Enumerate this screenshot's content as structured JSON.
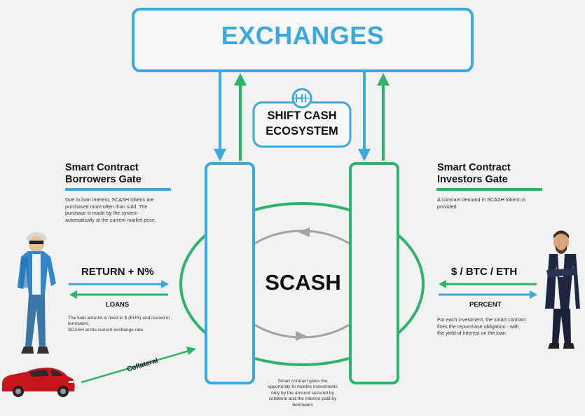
{
  "exchanges_title": "EXCHANGES",
  "ecosystem_title_line1": "SHIFT CASH",
  "ecosystem_title_line2": "ECOSYSTEM",
  "center_label": "SCASH",
  "borrowers_gate": {
    "title_line1": "Smart Contract",
    "title_line2": "Borrowers Gate",
    "description_line1": "Due to loan interest, SCASH tokens are",
    "description_line2": "purchased more often than sold. The",
    "description_line3": "purchase is made by the system",
    "description_line4": "automatically at the current market price.",
    "top_flow_label": "RETURN + N%",
    "bottom_flow_label": "LOANS",
    "note_line1": "The loan amount is fixed in $ (EUR) and issued in",
    "note_line2": "borrowers.",
    "note_line3": "SCASH at the current exchange rate.",
    "collateral_label": "Collateral"
  },
  "investors_gate": {
    "title_line1": "Smart Contract",
    "title_line2": "Investors Gate",
    "description_line1": "A constant demand in SCASH tokens is",
    "description_line2": "provided",
    "top_flow_label": "$ / BTC / ETH",
    "bottom_flow_label": "PERCENT",
    "note_line1": "For each investment, the smart contract",
    "note_line2": "fixes the repurchase obligation - with",
    "note_line3": "the yield of interest on the loan."
  },
  "bottom_note_line1": "Smart contract gives the",
  "bottom_note_line2": "opportunity to receive investments",
  "bottom_note_line3": "only by the amount secured by",
  "bottom_note_line4": "collateral and the interest paid by",
  "bottom_note_line5": "borrowers",
  "colors": {
    "blue": "#3ba9dd",
    "green": "#2db36a",
    "grey": "#a3a3a3",
    "background": "#f2f2f2"
  },
  "icons": [
    "logo-icon",
    "borrower-person-icon",
    "investor-person-icon",
    "car-icon"
  ]
}
